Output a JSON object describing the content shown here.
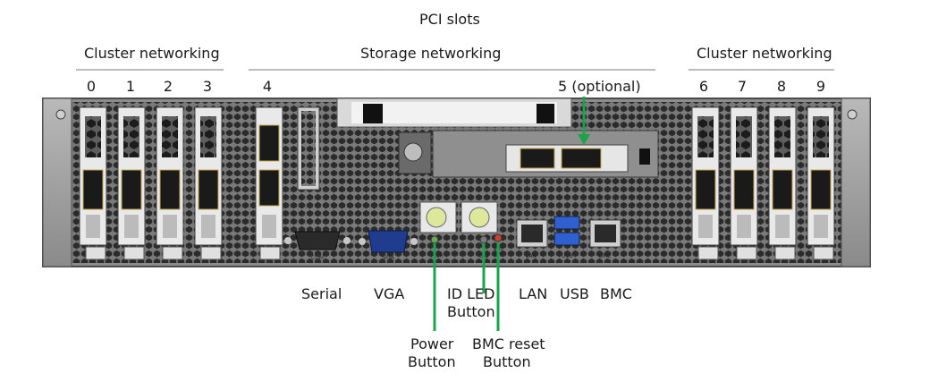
{
  "title": "PCI slots",
  "groups": {
    "cluster_left": "Cluster networking",
    "storage": "Storage networking",
    "cluster_right": "Cluster networking"
  },
  "slots": [
    "0",
    "1",
    "2",
    "3",
    "4",
    "5 (optional)",
    "6",
    "7",
    "8",
    "9"
  ],
  "ports": {
    "serial": "Serial",
    "vga": "VGA",
    "id_led_line1": "ID LED",
    "id_led_line2": "Button",
    "lan": "LAN",
    "usb": "USB",
    "bmc": "BMC",
    "power_line1": "Power",
    "power_line2": "Button",
    "bmc_reset_line1": "BMC reset",
    "bmc_reset_line2": "Button"
  },
  "silkscreen": {
    "com": "COM",
    "vga": "VGA",
    "pwr": "PWR",
    "uid": "UID",
    "bmc_rst_1": "BMC",
    "bmc_rst_2": "RST",
    "lan": "LAN",
    "usb": "USB",
    "bmc": "BMC"
  },
  "colors": {
    "callout": "#1aa34a",
    "chassis": "#8c8c8c",
    "usb": "#2f5fd0"
  }
}
